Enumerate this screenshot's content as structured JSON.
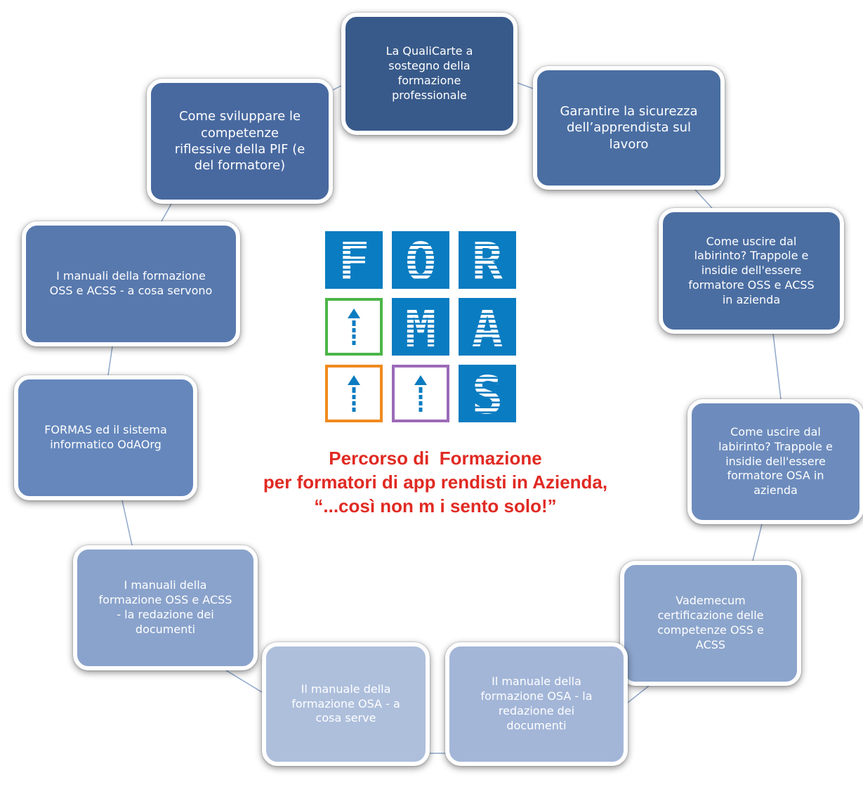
{
  "diagram": {
    "nodes": [
      {
        "id": "n0",
        "label": "La QualiCarte a\nsostegno della\nformazione\nprofessionale"
      },
      {
        "id": "n1",
        "label": "Garantire la sicurezza\ndell’apprendista sul\nlavoro"
      },
      {
        "id": "n2",
        "label": "Come uscire dal\nlabirinto? Trappole e\ninsidie dell'essere\nformatore OSS e ACSS\nin azienda"
      },
      {
        "id": "n3",
        "label": "Come uscire dal\nlabirinto? Trappole e\ninsidie dell'essere\nformatore OSA in\nazienda"
      },
      {
        "id": "n4",
        "label": "Vademecum\ncertificazione delle\ncompetenze OSS e\nACSS"
      },
      {
        "id": "n5",
        "label": "Il manuale della\nformazione OSA - la\nredazione dei\ndocumenti"
      },
      {
        "id": "n6",
        "label": "Il manuale della\nformazione OSA - a\ncosa serve"
      },
      {
        "id": "n7",
        "label": "I manuali della\nformazione OSS e ACSS\n- la redazione dei\ndocumenti"
      },
      {
        "id": "n8",
        "label": "FORMAS ed il sistema\ninformatico OdAOrg"
      },
      {
        "id": "n9",
        "label": "I manuali della formazione\nOSS e ACSS - a cosa servono"
      },
      {
        "id": "n10",
        "label": "Come sviluppare le\ncompetenze\nriflessive della PIF (e\ndel formatore)"
      }
    ],
    "edges": [
      [
        "n0",
        "n1"
      ],
      [
        "n1",
        "n2"
      ],
      [
        "n2",
        "n3"
      ],
      [
        "n3",
        "n4"
      ],
      [
        "n4",
        "n5"
      ],
      [
        "n5",
        "n6"
      ],
      [
        "n6",
        "n7"
      ],
      [
        "n7",
        "n8"
      ],
      [
        "n8",
        "n9"
      ],
      [
        "n9",
        "n10"
      ],
      [
        "n10",
        "n0"
      ]
    ],
    "colors": {
      "link": "#8fa8cc",
      "title_text": "#e02a23",
      "logo_blue": "#0a7cc1",
      "logo_green": "#4cb548",
      "logo_orange": "#f08a1e",
      "logo_purple": "#9c6ab8"
    }
  },
  "logo": {
    "letters": [
      "F",
      "O",
      "R",
      "M",
      "A",
      "S"
    ],
    "icon": "up-arrow-icon"
  },
  "title": {
    "lines": [
      "Percorso di  Formazione",
      "per formatori di app rendisti in Azienda,",
      "“...così non m i sento solo!”"
    ]
  }
}
